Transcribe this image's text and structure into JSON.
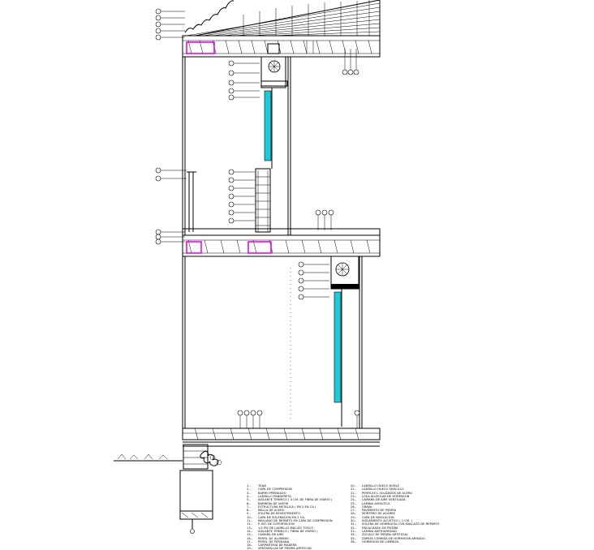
{
  "legend": {
    "left": [
      {
        "num": "1.-",
        "text": "TEJAS"
      },
      {
        "num": "2.-",
        "text": "CAPA DE COMPRESION"
      },
      {
        "num": "3.-",
        "text": "BARRO PRENSADO"
      },
      {
        "num": "4.-",
        "text": "LADRILLO PANDERETA"
      },
      {
        "num": "5.-",
        "text": "AISLANTE TERMICO ( 4 CM. DE FIBRA DE VIDRIO )"
      },
      {
        "num": "6.-",
        "text": "BARRERA DE VAPOR"
      },
      {
        "num": "7.-",
        "text": "ESTRUCTURA METALICA ( EN 2 EN CA )"
      },
      {
        "num": "8.-",
        "text": "MALLA DE ACERO"
      },
      {
        "num": "9.-",
        "text": "SOLERA DE REVESTIMIENTO"
      },
      {
        "num": "10.-",
        "text": "CAPA DE SOLERACION EN 2 CA."
      },
      {
        "num": "11.-",
        "text": "MALLADO DE REPARTO EN CAPA DE COMPRESION"
      },
      {
        "num": "12.-",
        "text": "P. INT. DE SOPORTACION"
      },
      {
        "num": "13.-",
        "text": "1/2 PIE DE LADRILLO MACIZO TOSCO"
      },
      {
        "num": "14.-",
        "text": "AISLANTE TERMICO ( FIBRA DE VIDRIO )"
      },
      {
        "num": "15.-",
        "text": "CAMARA DE AIRE"
      },
      {
        "num": "16.-",
        "text": "PERFIL DE ALUMINIO"
      },
      {
        "num": "17.-",
        "text": "PERFIL DE PERSIANA"
      },
      {
        "num": "18.-",
        "text": "CARPINTERIA DE MADERA"
      },
      {
        "num": "19.-",
        "text": "VENTANILLAS DE PIEDRA ARTIFICIAL"
      }
    ],
    "right": [
      {
        "num": "20.-",
        "text": "LADRILLO HUECO DOBLE"
      },
      {
        "num": "21.-",
        "text": "LADRILLO HUECO SENCILLO"
      },
      {
        "num": "22.-",
        "text": "PERFILES L SOLDADOS DE ACERO"
      },
      {
        "num": "23.-",
        "text": "LOSA ALVEOLAR DE HORMIGON"
      },
      {
        "num": "24.-",
        "text": "CAMARA DE AIRE VENTILADA"
      },
      {
        "num": "25.-",
        "text": "LAMINA ASFALTICA"
      },
      {
        "num": "26.-",
        "text": "GRAVA"
      },
      {
        "num": "27.-",
        "text": "PAVIMENTO DE PIEDRA"
      },
      {
        "num": "28.-",
        "text": "MORTERO DE AGARRE"
      },
      {
        "num": "29.-",
        "text": "CAPA DE NIVELACION"
      },
      {
        "num": "30.-",
        "text": "AISLAMIENTO ACUSTICO ( 1 CM. )"
      },
      {
        "num": "31.-",
        "text": "SOLERA DE HORMIGON CON MALLAZO DE REPARTO"
      },
      {
        "num": "32.-",
        "text": "ENCACHADO DE PIEDRA"
      },
      {
        "num": "33.-",
        "text": "LAMINA ANTIHUMEDAD"
      },
      {
        "num": "34.-",
        "text": "ZOCALO DE PIEDRA ARTIFICIAL"
      },
      {
        "num": "35.-",
        "text": "ZAPATA CORRIDA DE HORMIGON ARMADO"
      },
      {
        "num": "36.-",
        "text": "HORMIGON DE LIMPIEZA"
      }
    ]
  },
  "colors": {
    "line": "#000000",
    "glass": "#21c8d8",
    "magenta": "#e000e0"
  }
}
